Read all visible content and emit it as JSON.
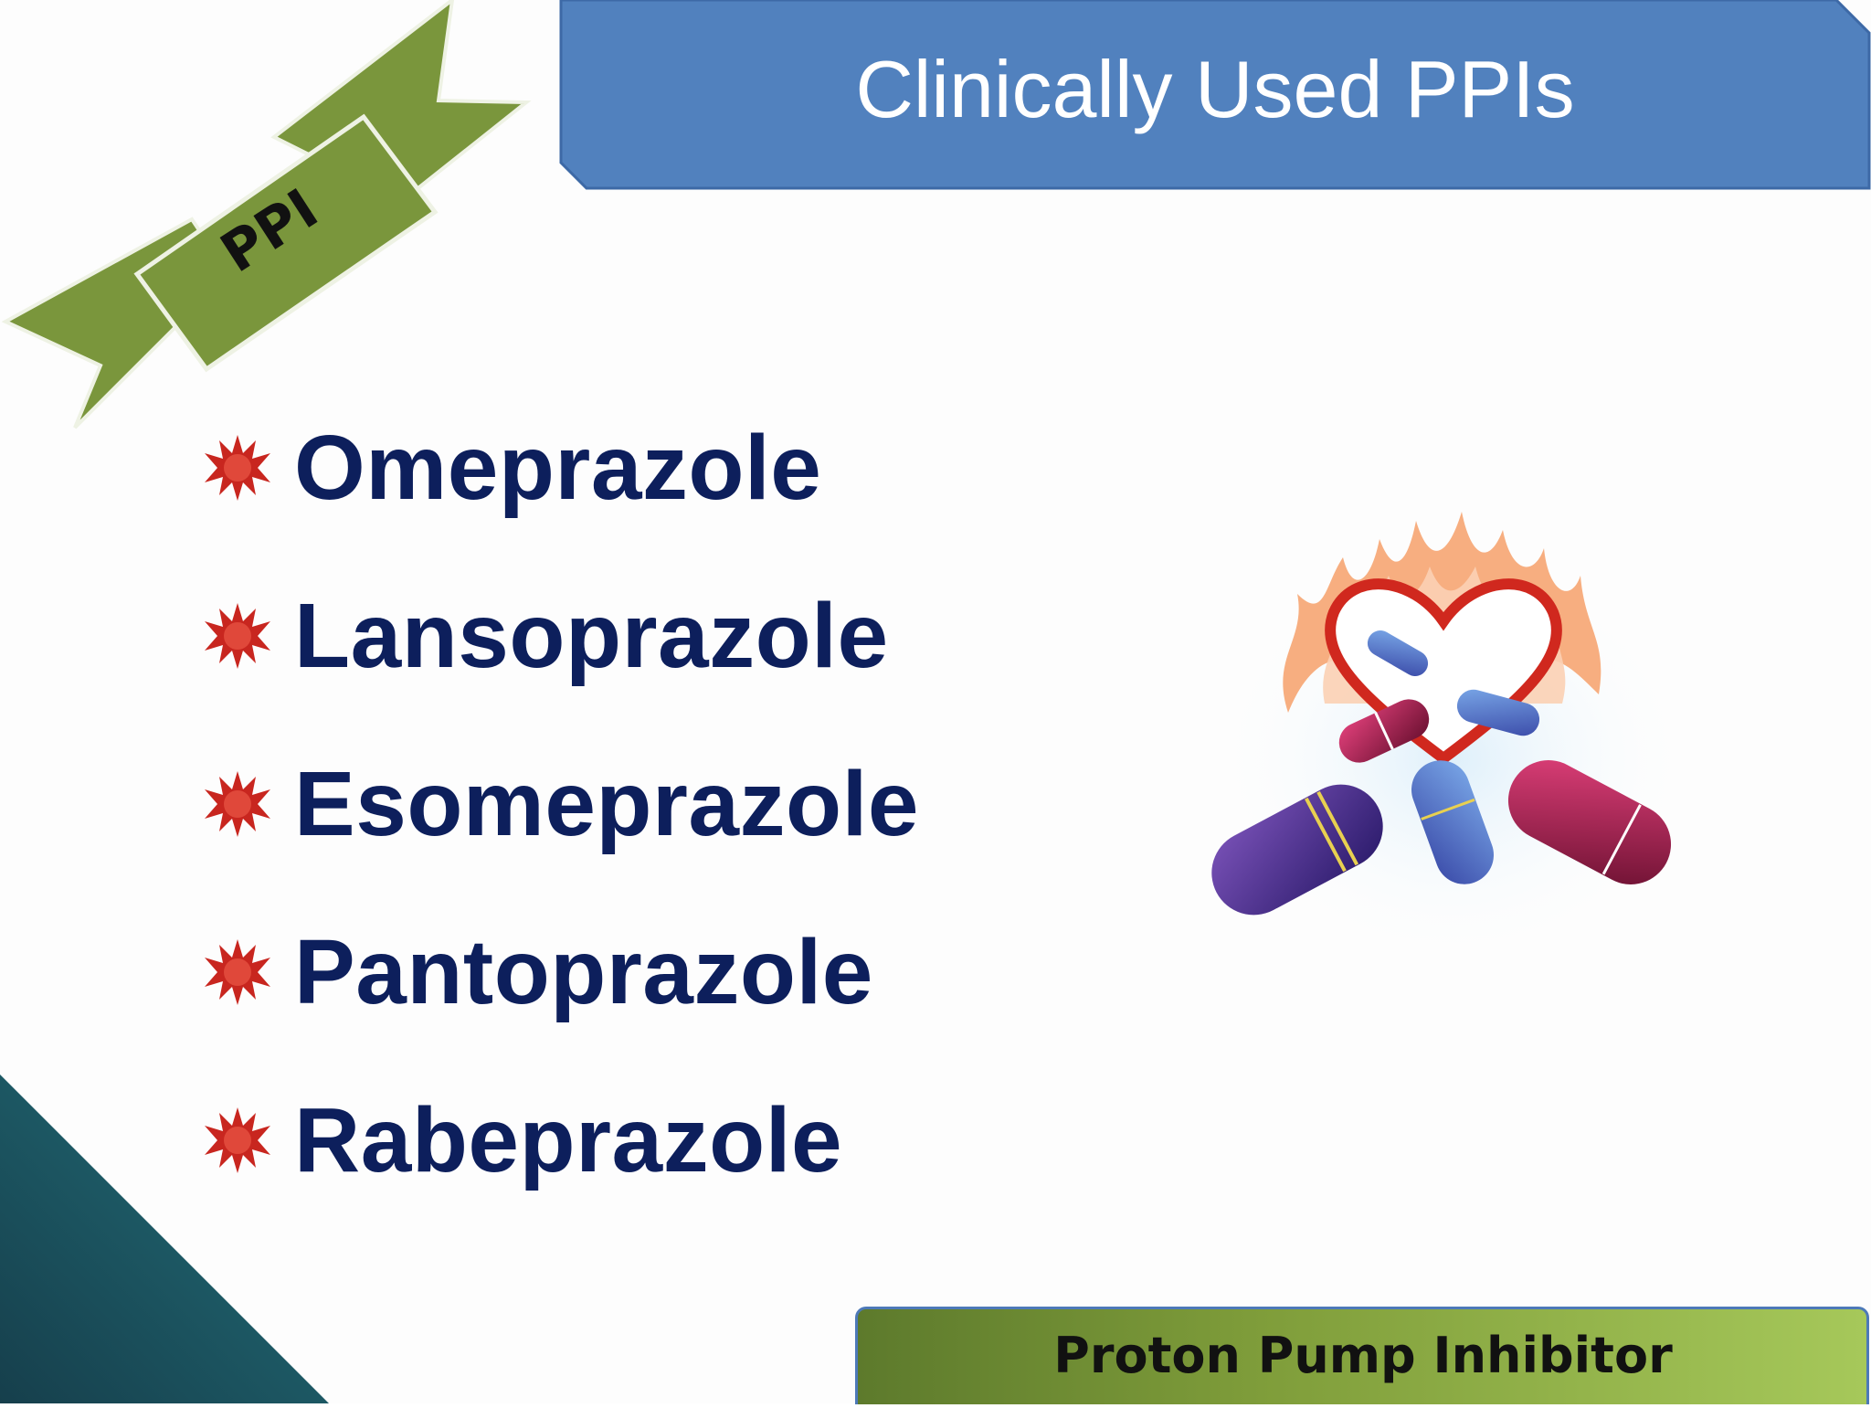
{
  "slide": {
    "title": "Clinically Used PPIs",
    "ribbon_label": "PPI",
    "drugs": [
      {
        "label": "Omeprazole"
      },
      {
        "label": "Lansoprazole"
      },
      {
        "label": "Esomeprazole"
      },
      {
        "label": "Pantoprazole"
      },
      {
        "label": "Rabeprazole"
      }
    ],
    "footer": "Proton Pump Inhibitor",
    "bullet_icon": "red-starburst-icon",
    "illustration_icon": "heart-with-capsules-icon"
  },
  "colors": {
    "title_bg": "#5181be",
    "ribbon": "#7a963c",
    "drug_text": "#0d1f5c",
    "bullet": "#c8261f",
    "corner": "#1e5a66"
  }
}
